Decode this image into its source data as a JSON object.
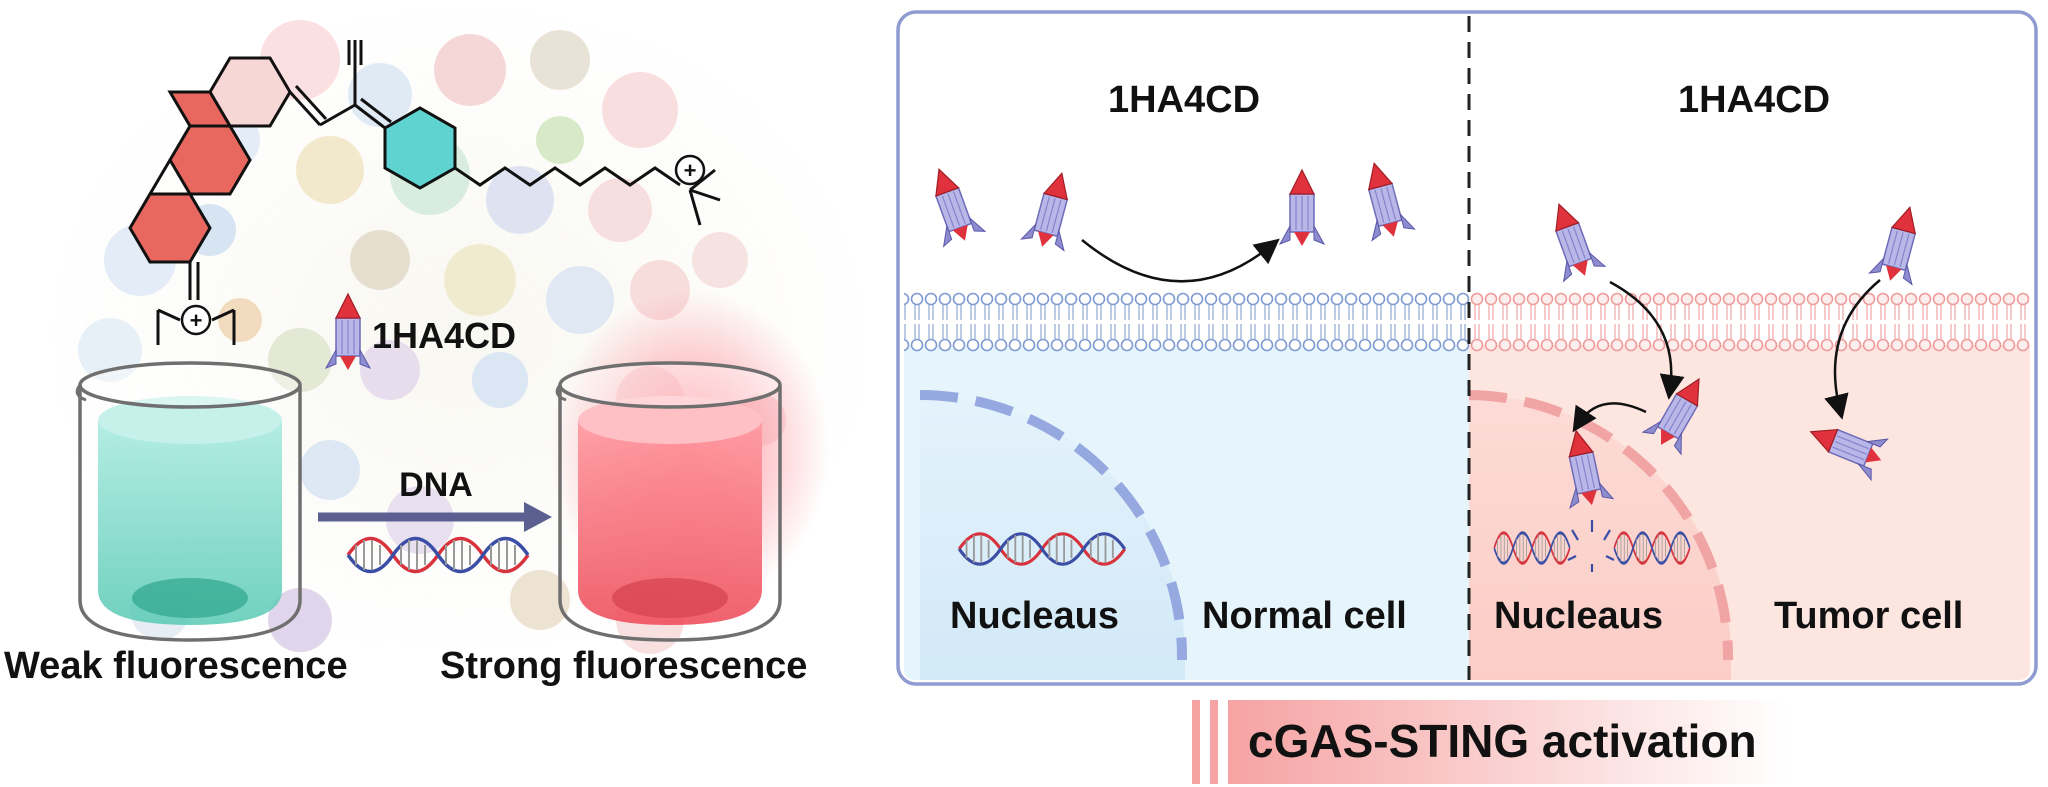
{
  "left_panel": {
    "probe_label": "1HA4CD",
    "arrow_label": "DNA",
    "beaker_left_caption": "Weak fluorescence",
    "beaker_right_caption": "Strong fluorescence",
    "charge_symbol": "+"
  },
  "right_panel": {
    "normal_side": {
      "title": "1HA4CD",
      "nucleus_label": "Nucleaus",
      "cell_label": "Normal cell"
    },
    "tumor_side": {
      "title": "1HA4CD",
      "nucleus_label": "Nucleaus",
      "cell_label": "Tumor cell"
    }
  },
  "footer": {
    "banner_text": "cGAS-STING activation"
  },
  "colors": {
    "frame": "#8f9cd1",
    "normal_bg": "#e8f4fb",
    "tumor_bg": "#fde4df",
    "probe_body": "#b3b2e6",
    "probe_tip": "#e0323c",
    "teal": "#63d2cf",
    "red_ring": "#e85a5a"
  }
}
